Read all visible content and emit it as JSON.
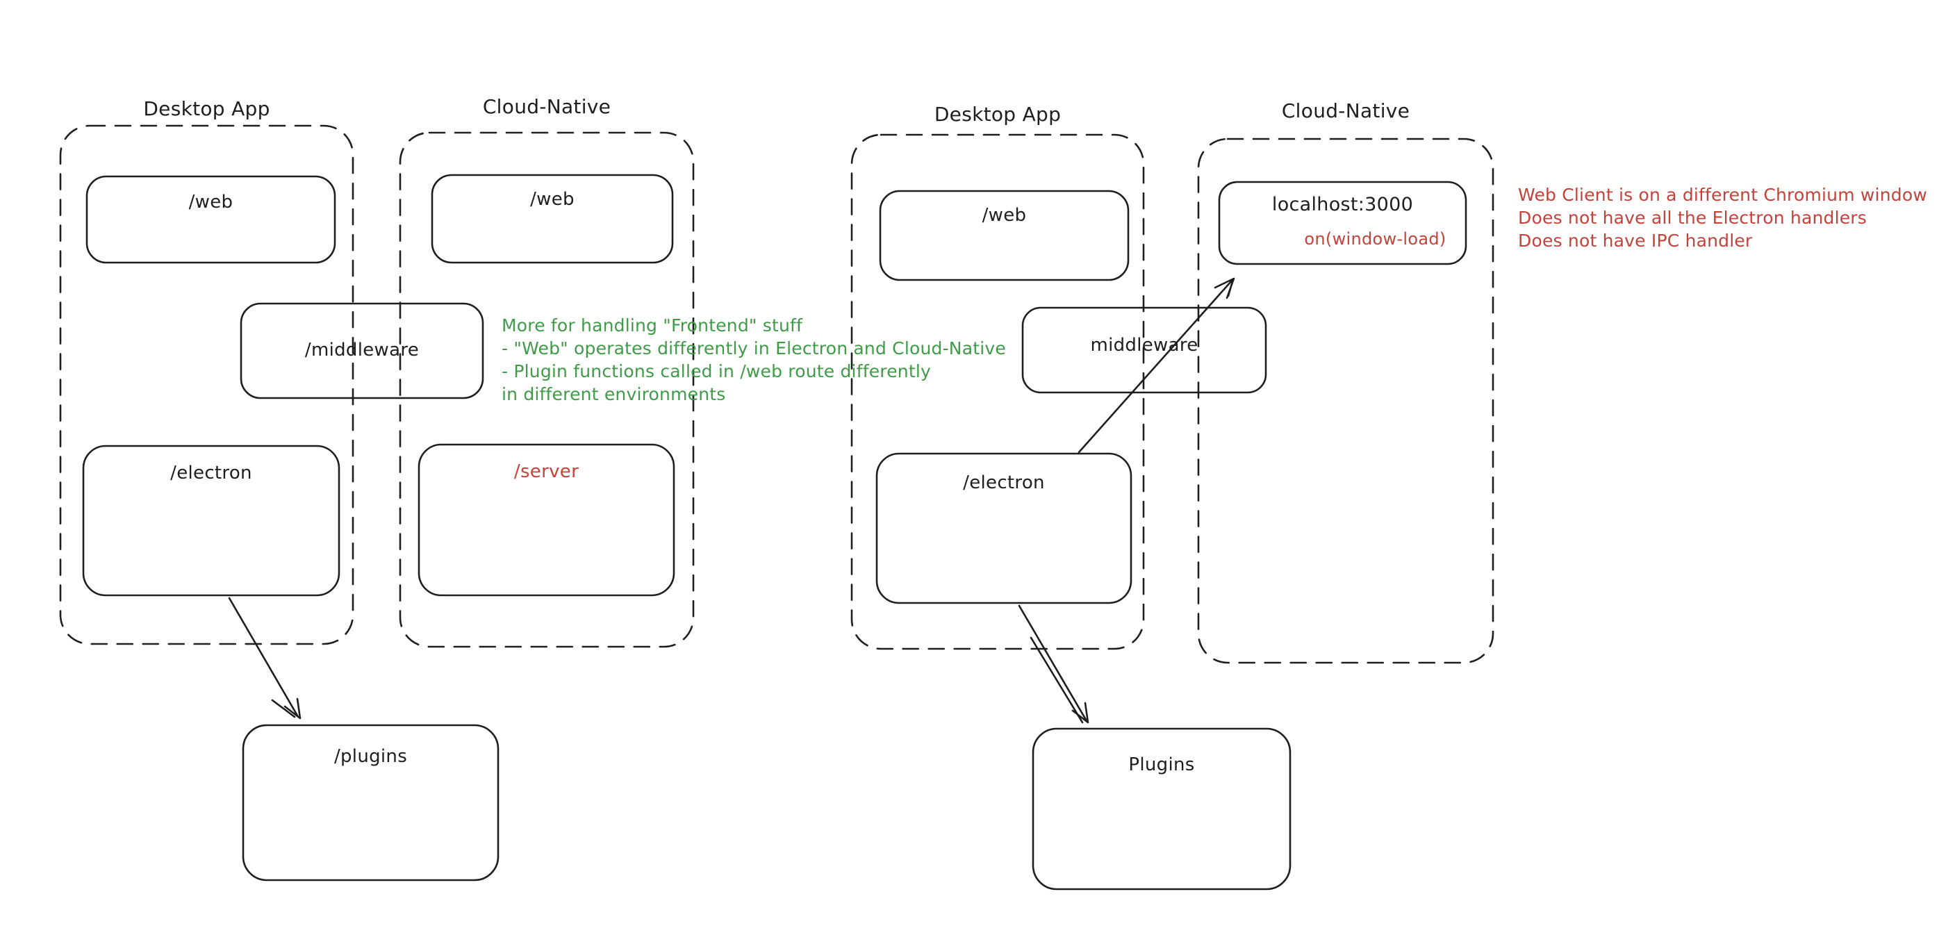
{
  "colors": {
    "stroke": "#1e1e1e",
    "green": "#3f9b47",
    "red": "#c4423a",
    "background": "#ffffff"
  },
  "left_group": {
    "desktop_container_label": "Desktop App",
    "cloud_container_label": "Cloud-Native",
    "web_desktop_box": "/web",
    "web_cloud_box": "/web",
    "middleware_box": "/middleware",
    "electron_box": "/electron",
    "server_box": "/server",
    "plugins_box": "/plugins"
  },
  "right_group": {
    "desktop_container_label": "Desktop App",
    "cloud_container_label": "Cloud-Native",
    "web_box": "/web",
    "localhost_box": "localhost:3000",
    "localhost_sub": "on(window-load)",
    "middleware_box": "middleware",
    "electron_box": "/electron",
    "plugins_box": "Plugins"
  },
  "notes": {
    "green": {
      "line1": "More for handling \"Frontend\" stuff",
      "line2": "- \"Web\" operates differently in Electron and Cloud-Native",
      "line3": "- Plugin functions called in /web route differently",
      "line4": "in different environments"
    },
    "red": {
      "line1": "Web Client is on a different Chromium window",
      "line2": "Does not have all the Electron handlers",
      "line3": "Does not have IPC handler"
    }
  }
}
